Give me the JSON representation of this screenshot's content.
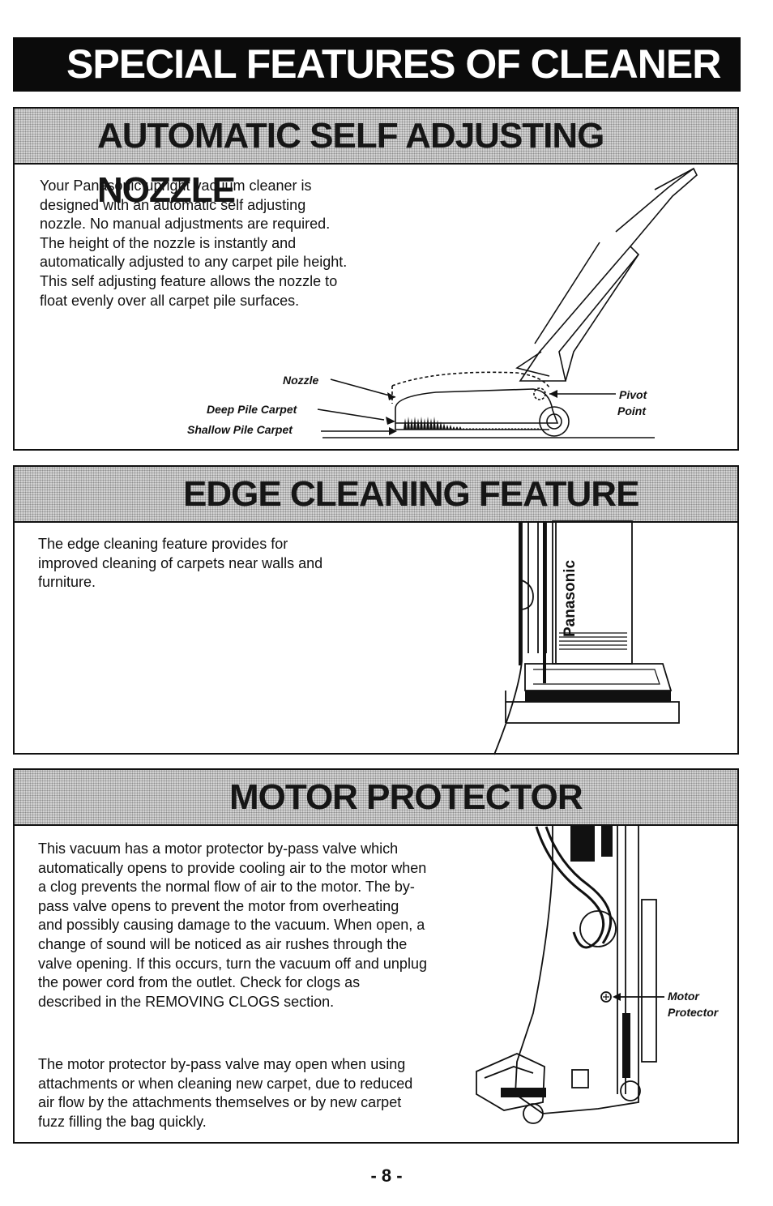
{
  "page_title": "SPECIAL FEATURES OF CLEANER",
  "sections": {
    "nozzle": {
      "heading": "AUTOMATIC SELF ADJUSTING NOZZLE",
      "text": "Your Panasonic upright vacuum cleaner is designed with an automatic self adjusting nozzle.  No manual adjustments are required.  The height of the nozzle is instantly and automatically adjusted to any carpet pile height.  This self adjusting feature allows the nozzle to float evenly over all carpet pile surfaces.",
      "labels": {
        "nozzle": "Nozzle",
        "deep_pile": "Deep Pile Carpet",
        "shallow_pile": "Shallow Pile Carpet",
        "pivot": "Pivot",
        "point": "Point"
      }
    },
    "edge": {
      "heading": "EDGE CLEANING FEATURE",
      "text": "The edge cleaning feature provides for improved cleaning of carpets near walls and furniture.",
      "brand": "Panasonic"
    },
    "motor": {
      "heading": "MOTOR PROTECTOR",
      "text_1": "This vacuum has a motor protector by-pass valve which automatically opens to provide cooling air to the motor when a clog prevents the normal flow of air to the motor.  The by-pass valve opens to prevent the motor from overheating and possibly causing damage to the vacuum.  When open, a change of sound will be noticed as air rushes through the valve opening.  If this occurs, turn the vacuum off and unplug the power cord from the outlet.  Check for clogs as described in the REMOVING CLOGS section.",
      "text_2": "The motor protector by-pass valve may open when using attachments or when cleaning new carpet, due to reduced air flow by the attachments themselves or by new carpet fuzz filling the bag quickly.",
      "labels": {
        "motor": "Motor",
        "protector": "Protector"
      }
    }
  },
  "page_number": "- 8 -"
}
